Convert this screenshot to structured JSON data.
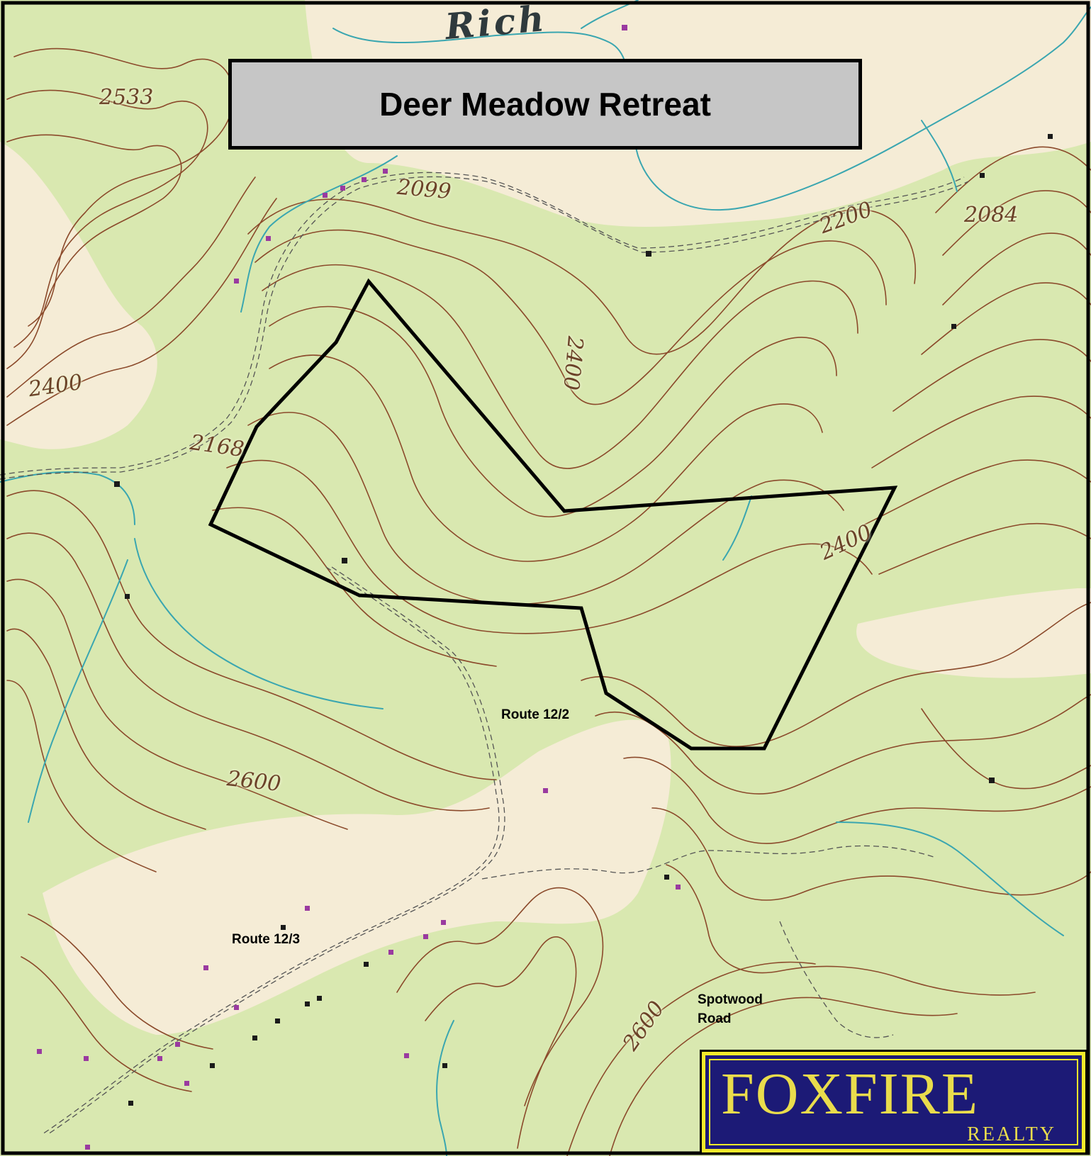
{
  "title": "Deer Meadow Retreat",
  "place_names": {
    "rich": "Rich"
  },
  "elevations": [
    "2533",
    "2099",
    "2200",
    "2084",
    "2400",
    "2168",
    "2400",
    "2400",
    "2600",
    "2600"
  ],
  "routes": {
    "route_12_2": "Route 12/2",
    "route_12_3": "Route 12/3",
    "spotwood_line1": "Spotwood",
    "spotwood_line2": "Road"
  },
  "logo": {
    "main": "FOXFIRE",
    "sub": "REALTY"
  },
  "colors": {
    "forest_green": "#d9e8b0",
    "open_land": "#f5ecd6",
    "contour": "#8b4a2b",
    "stream": "#3aa6b0",
    "boundary": "#000000",
    "title_bg": "#c6c6c6",
    "logo_bg": "#1c1a76",
    "logo_gold": "#e9dc4c"
  }
}
